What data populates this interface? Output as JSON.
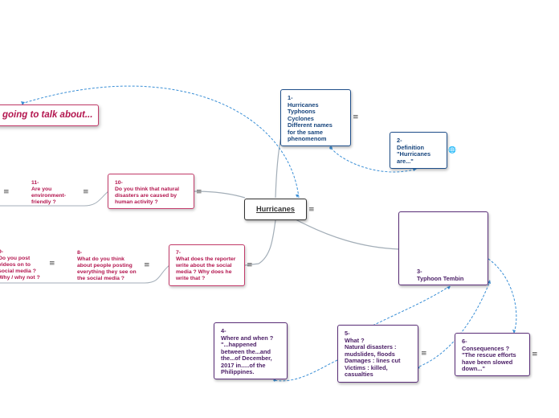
{
  "center": {
    "label": "Hurricanes"
  },
  "nodes": {
    "n1": {
      "lines": "1-\nHurricanes\nTyphoons\nCyclones\nDifferent names\nfor the same\nphenomenom"
    },
    "n2": {
      "lines": "2-\nDefinition\n\"Hurricanes\nare...\""
    },
    "n3": {
      "lines": "3-\nTyphoon Tembin"
    },
    "n4": {
      "lines": "4-\nWhere and when ?\n\"...happened\nbetween the...and\nthe...of December,\n2017 in.....of the\nPhilippines."
    },
    "n5": {
      "lines": "5-\nWhat ?\nNatural disasters :\nmudslides, floods\nDamages : lines cut\nVictims : killed,\ncasualties"
    },
    "n6": {
      "lines": "6-\nConsequences ?\n\"The rescue efforts\nhave been slowed\ndown...\""
    },
    "n7": {
      "lines": "7-\nWhat does the reporter\nwrite about the social\nmedia ? Why does he\nwrite that ?"
    },
    "n8": {
      "lines": "8-\nWhat do you think\nabout people posting\neverything they see on\nthe social media ?"
    },
    "n9": {
      "lines": "9-\nDo you post\nvideos on to\nsocial media ?\nWhy / why not ?"
    },
    "n10": {
      "lines": "10-\nDo you think that natural\ndisasters are caused by\nhuman activity ?"
    },
    "n11": {
      "lines": "11-\nAre you\nenvironment-\nfriendly ?"
    },
    "title_card": {
      "label": "going to talk about..."
    }
  },
  "icons": {
    "note": "note-icon",
    "globe": "globe-icon",
    "play": "play-icon"
  },
  "colors": {
    "blue": "#1f4f8a",
    "pink": "#c23a69",
    "purple": "#5a2e78",
    "connector": "#a3aeb8",
    "dashed": "#3a8fd6"
  }
}
